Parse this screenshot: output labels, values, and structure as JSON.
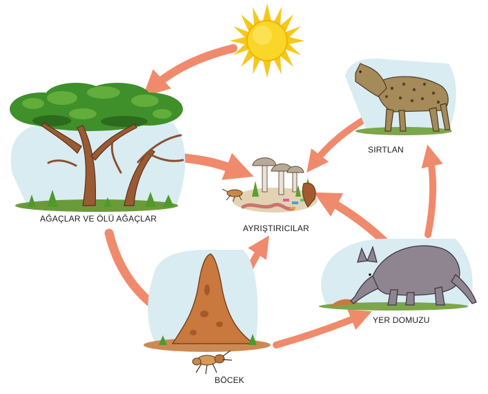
{
  "nodes": {
    "trees": "AĞAÇLAR VE ÖLÜ AĞAÇLAR",
    "decomposers": "AYRIŞTIRICILAR",
    "hyena": "SIRTLAN",
    "aardvark": "YER DOMUZU",
    "insect": "BÖCEK"
  },
  "colors": {
    "arrow": "#f08a6c",
    "sun": "#f7d21a",
    "sky_wash": "#d8ecf2",
    "foliage": "#3f8f2a",
    "bark": "#9a5a34",
    "mound": "#c9783e"
  }
}
